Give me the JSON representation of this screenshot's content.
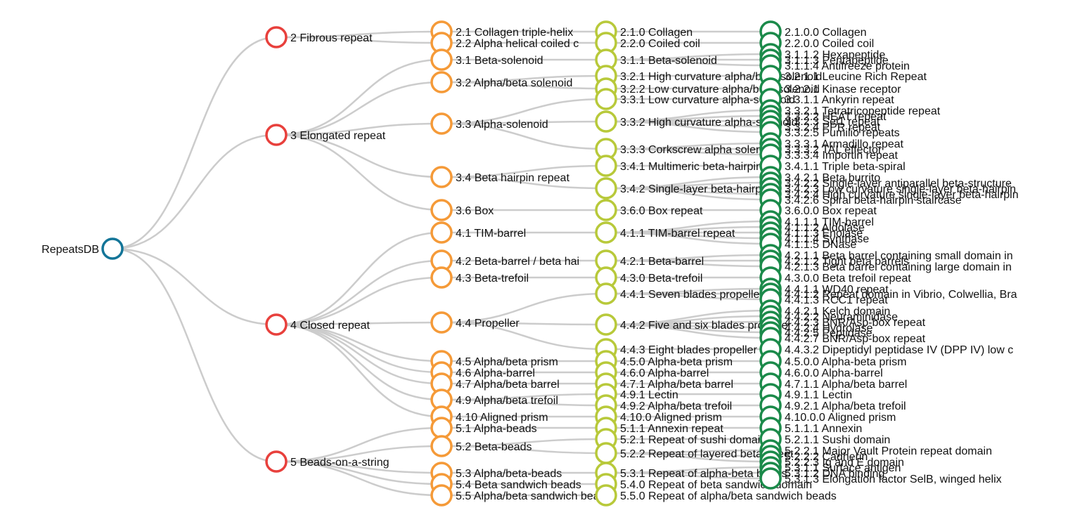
{
  "colors": {
    "edge": "#cccccc",
    "level0": "#137598",
    "level1": "#e8403c",
    "level2": "#f59a38",
    "level3": "#b8c93a",
    "level4": "#1b8a4a"
  },
  "root": {
    "id": "root",
    "label": "RepeatsDB"
  },
  "level1": [
    {
      "id": "c2",
      "label": "2 Fibrous repeat"
    },
    {
      "id": "c3",
      "label": "3 Elongated repeat"
    },
    {
      "id": "c4",
      "label": "4 Closed repeat"
    },
    {
      "id": "c5",
      "label": "5 Beads-on-a-string"
    }
  ],
  "level2": [
    {
      "id": "c2_1",
      "parent": "c2",
      "label": "2.1 Collagen triple-helix"
    },
    {
      "id": "c2_2",
      "parent": "c2",
      "label": "2.2 Alpha helical coiled c"
    },
    {
      "id": "c3_1",
      "parent": "c3",
      "label": "3.1 Beta-solenoid"
    },
    {
      "id": "c3_2",
      "parent": "c3",
      "label": "3.2 Alpha/beta solenoid"
    },
    {
      "id": "c3_3",
      "parent": "c3",
      "label": "3.3 Alpha-solenoid"
    },
    {
      "id": "c3_4",
      "parent": "c3",
      "label": "3.4 Beta hairpin repeat"
    },
    {
      "id": "c3_6",
      "parent": "c3",
      "label": "3.6 Box"
    },
    {
      "id": "c4_1",
      "parent": "c4",
      "label": "4.1 TIM-barrel"
    },
    {
      "id": "c4_2",
      "parent": "c4",
      "label": "4.2 Beta-barrel / beta hai"
    },
    {
      "id": "c4_3",
      "parent": "c4",
      "label": "4.3 Beta-trefoil"
    },
    {
      "id": "c4_4",
      "parent": "c4",
      "label": "4.4 Propeller"
    },
    {
      "id": "c4_5",
      "parent": "c4",
      "label": "4.5 Alpha/beta prism"
    },
    {
      "id": "c4_6",
      "parent": "c4",
      "label": "4.6 Alpha-barrel"
    },
    {
      "id": "c4_7",
      "parent": "c4",
      "label": "4.7 Alpha/beta barrel"
    },
    {
      "id": "c4_9",
      "parent": "c4",
      "label": "4.9 Alpha/beta trefoil"
    },
    {
      "id": "c4_10",
      "parent": "c4",
      "label": "4.10 Aligned prism"
    },
    {
      "id": "c5_1",
      "parent": "c5",
      "label": "5.1 Alpha-beads"
    },
    {
      "id": "c5_2",
      "parent": "c5",
      "label": "5.2 Beta-beads"
    },
    {
      "id": "c5_3",
      "parent": "c5",
      "label": "5.3 Alpha/beta-beads"
    },
    {
      "id": "c5_4",
      "parent": "c5",
      "label": "5.4 Beta sandwich beads"
    },
    {
      "id": "c5_5",
      "parent": "c5",
      "label": "5.5 Alpha/beta sandwich beads"
    }
  ],
  "level3": [
    {
      "id": "c2_1_0",
      "parent": "c2_1",
      "label": "2.1.0 Collagen"
    },
    {
      "id": "c2_2_0",
      "parent": "c2_2",
      "label": "2.2.0 Coiled coil"
    },
    {
      "id": "c3_1_1",
      "parent": "c3_1",
      "label": "3.1.1 Beta-solenoid"
    },
    {
      "id": "c3_2_1",
      "parent": "c3_2",
      "label": "3.2.1 High curvature alpha/beta solenoid"
    },
    {
      "id": "c3_2_2",
      "parent": "c3_2",
      "label": "3.2.2 Low curvature alpha/beta solenoid"
    },
    {
      "id": "c3_3_1",
      "parent": "c3_3",
      "label": "3.3.1 Low curvature alpha-solenoid"
    },
    {
      "id": "c3_3_2",
      "parent": "c3_3",
      "label": "3.3.2 High curvature alpha-solenoid"
    },
    {
      "id": "c3_3_3",
      "parent": "c3_3",
      "label": "3.3.3 Corkscrew alpha solenoid"
    },
    {
      "id": "c3_4_1",
      "parent": "c3_4",
      "label": "3.4.1 Multimeric beta-hairpin"
    },
    {
      "id": "c3_4_2",
      "parent": "c3_4",
      "label": "3.4.2 Single-layer beta-hairpin"
    },
    {
      "id": "c3_6_0",
      "parent": "c3_6",
      "label": "3.6.0 Box repeat"
    },
    {
      "id": "c4_1_1",
      "parent": "c4_1",
      "label": "4.1.1 TIM-barrel repeat"
    },
    {
      "id": "c4_2_1",
      "parent": "c4_2",
      "label": "4.2.1 Beta-barrel"
    },
    {
      "id": "c4_3_0",
      "parent": "c4_3",
      "label": "4.3.0 Beta-trefoil"
    },
    {
      "id": "c4_4_1",
      "parent": "c4_4",
      "label": "4.4.1 Seven blades propeller"
    },
    {
      "id": "c4_4_2",
      "parent": "c4_4",
      "label": "4.4.2 Five and six blades propeller"
    },
    {
      "id": "c4_4_3",
      "parent": "c4_4",
      "label": "4.4.3 Eight blades propeller"
    },
    {
      "id": "c4_5_0",
      "parent": "c4_5",
      "label": "4.5.0 Alpha-beta prism"
    },
    {
      "id": "c4_6_0",
      "parent": "c4_6",
      "label": "4.6.0 Alpha-barrel"
    },
    {
      "id": "c4_7_1",
      "parent": "c4_7",
      "label": "4.7.1 Alpha/beta barrel"
    },
    {
      "id": "c4_9_1",
      "parent": "c4_9",
      "label": "4.9.1 Lectin"
    },
    {
      "id": "c4_9_2",
      "parent": "c4_9",
      "label": "4.9.2 Alpha/beta trefoil"
    },
    {
      "id": "c4_10_0",
      "parent": "c4_10",
      "label": "4.10.0 Aligned prism"
    },
    {
      "id": "c5_1_1",
      "parent": "c5_1",
      "label": "5.1.1 Annexin repeat"
    },
    {
      "id": "c5_2_1",
      "parent": "c5_2",
      "label": "5.2.1 Repeat of sushi domain"
    },
    {
      "id": "c5_2_2",
      "parent": "c5_2",
      "label": "5.2.2 Repeat of layered beta-sheet"
    },
    {
      "id": "c5_3_1",
      "parent": "c5_3",
      "label": "5.3.1 Repeat of alpha-beta beads"
    },
    {
      "id": "c5_4_0",
      "parent": "c5_4",
      "label": "5.4.0 Repeat of beta sandwich domain"
    },
    {
      "id": "c5_5_0",
      "parent": "c5_5",
      "label": "5.5.0 Repeat of alpha/beta sandwich beads"
    }
  ],
  "level4": [
    {
      "id": "c2_1_0_0",
      "parent": "c2_1_0",
      "label": "2.1.0.0 Collagen"
    },
    {
      "id": "c2_2_0_0",
      "parent": "c2_2_0",
      "label": "2.2.0.0 Coiled coil"
    },
    {
      "id": "c3_1_1_2",
      "parent": "c3_1_1",
      "label": "3.1.1.2 Hexapeptide"
    },
    {
      "id": "c3_1_1_3",
      "parent": "c3_1_1",
      "label": "3.1.1.3 Pentapeptide"
    },
    {
      "id": "c3_1_1_4",
      "parent": "c3_1_1",
      "label": "3.1.1.4 Antifreeze protein"
    },
    {
      "id": "c3_2_1_1",
      "parent": "c3_2_1",
      "label": "3.2.1.1 Leucine Rich Repeat"
    },
    {
      "id": "c3_2_2_1",
      "parent": "c3_2_2",
      "label": "3.2.2.1 Kinase receptor"
    },
    {
      "id": "c3_3_1_1",
      "parent": "c3_3_1",
      "label": "3.3.1.1 Ankyrin repeat"
    },
    {
      "id": "c3_3_2_1",
      "parent": "c3_3_2",
      "label": "3.3.2.1 Tetratricopeptide repeat"
    },
    {
      "id": "c3_3_2_2",
      "parent": "c3_3_2",
      "label": "3.3.2.2 HEAT repeat"
    },
    {
      "id": "c3_3_2_3",
      "parent": "c3_3_2",
      "label": "3.3.2.3 Sel1 repeat"
    },
    {
      "id": "c3_3_2_4",
      "parent": "c3_3_2",
      "label": "3.3.2.4 PPR repeat"
    },
    {
      "id": "c3_3_2_5",
      "parent": "c3_3_2",
      "label": "3.3.2.5 Pumilio repeats"
    },
    {
      "id": "c3_3_3_1",
      "parent": "c3_3_3",
      "label": "3.3.3.1 Armadillo repeat"
    },
    {
      "id": "c3_3_3_2",
      "parent": "c3_3_3",
      "label": "3.3.3.2 TAL effector"
    },
    {
      "id": "c3_3_3_4",
      "parent": "c3_3_3",
      "label": "3.3.3.4 Importin repeat"
    },
    {
      "id": "c3_4_1_1",
      "parent": "c3_4_1",
      "label": "3.4.1.1 Triple beta-spiral"
    },
    {
      "id": "c3_4_2_1",
      "parent": "c3_4_2",
      "label": "3.4.2.1 Beta burrito"
    },
    {
      "id": "c3_4_2_2",
      "parent": "c3_4_2",
      "label": "3.4.2.2 Single-layer antiparallel beta-structure"
    },
    {
      "id": "c3_4_2_3",
      "parent": "c3_4_2",
      "label": "3.4.2.3 Low curvature single-layer beta-hairpin"
    },
    {
      "id": "c3_4_2_4",
      "parent": "c3_4_2",
      "label": "3.4.2.4 High curvature single-layer beta-hairpin"
    },
    {
      "id": "c3_4_2_6",
      "parent": "c3_4_2",
      "label": "3.4.2.6 Spiral beta-hairpin staircase"
    },
    {
      "id": "c3_6_0_0",
      "parent": "c3_6_0",
      "label": "3.6.0.0 Box repeat"
    },
    {
      "id": "c4_1_1_1",
      "parent": "c4_1_1",
      "label": "4.1.1.1 TIM-barrel"
    },
    {
      "id": "c4_1_1_2",
      "parent": "c4_1_1",
      "label": "4.1.1.2 Aldolase"
    },
    {
      "id": "c4_1_1_3",
      "parent": "c4_1_1",
      "label": "4.1.1.3 Enolase"
    },
    {
      "id": "c4_1_1_4",
      "parent": "c4_1_1",
      "label": "4.1.1.4 Synthase"
    },
    {
      "id": "c4_1_1_5",
      "parent": "c4_1_1",
      "label": "4.1.1.5 DNase"
    },
    {
      "id": "c4_2_1_1",
      "parent": "c4_2_1",
      "label": "4.2.1.1 Beta barrel containing small domain in"
    },
    {
      "id": "c4_2_1_2",
      "parent": "c4_2_1",
      "label": "4.2.1.2 Tight beta barrels"
    },
    {
      "id": "c4_2_1_3",
      "parent": "c4_2_1",
      "label": "4.2.1.3 Beta barrel containing large domain in"
    },
    {
      "id": "c4_3_0_0",
      "parent": "c4_3_0",
      "label": "4.3.0.0 Beta trefoil repeat"
    },
    {
      "id": "c4_4_1_1",
      "parent": "c4_4_1",
      "label": "4.4.1.1 WD40 repeat"
    },
    {
      "id": "c4_4_1_2",
      "parent": "c4_4_1",
      "label": "4.4.1.2 Repeat domain in Vibrio, Colwellia, Bra"
    },
    {
      "id": "c4_4_1_3",
      "parent": "c4_4_1",
      "label": "4.4.1.3 RCC1 repeat"
    },
    {
      "id": "c4_4_2_1",
      "parent": "c4_4_2",
      "label": "4.4.2.1 Kelch domain"
    },
    {
      "id": "c4_4_2_2",
      "parent": "c4_4_2",
      "label": "4.4.2.2 Neuraminidase"
    },
    {
      "id": "c4_4_2_3",
      "parent": "c4_4_2",
      "label": "4.4.2.3 BNR/Asp-box repeat"
    },
    {
      "id": "c4_4_2_4",
      "parent": "c4_4_2",
      "label": "4.4.2.4 Hydrolase"
    },
    {
      "id": "c4_4_2_5",
      "parent": "c4_4_2",
      "label": "4.4.2.5 Peptidase"
    },
    {
      "id": "c4_4_2_7",
      "parent": "c4_4_2",
      "label": "4.4.2.7 BNR/Asp-box repeat"
    },
    {
      "id": "c4_4_3_2",
      "parent": "c4_4_3",
      "label": "4.4.3.2 Dipeptidyl peptidase IV (DPP IV) low c"
    },
    {
      "id": "c4_5_0_0",
      "parent": "c4_5_0",
      "label": "4.5.0.0 Alpha-beta prism"
    },
    {
      "id": "c4_6_0_0",
      "parent": "c4_6_0",
      "label": "4.6.0.0 Alpha-barrel"
    },
    {
      "id": "c4_7_1_1",
      "parent": "c4_7_1",
      "label": "4.7.1.1 Alpha/beta barrel"
    },
    {
      "id": "c4_9_1_1",
      "parent": "c4_9_1",
      "label": "4.9.1.1 Lectin"
    },
    {
      "id": "c4_9_2_1",
      "parent": "c4_9_2",
      "label": "4.9.2.1 Alpha/beta trefoil"
    },
    {
      "id": "c4_10_0_0",
      "parent": "c4_10_0",
      "label": "4.10.0.0 Aligned prism"
    },
    {
      "id": "c5_1_1_1",
      "parent": "c5_1_1",
      "label": "5.1.1.1 Annexin"
    },
    {
      "id": "c5_2_1_1",
      "parent": "c5_2_1",
      "label": "5.2.1.1 Sushi domain"
    },
    {
      "id": "c5_2_2_1",
      "parent": "c5_2_2",
      "label": "5.2.2.1 Major Vault Protein repeat domain"
    },
    {
      "id": "c5_2_2_2",
      "parent": "c5_2_2",
      "label": "5.2.2.2 Cadherin"
    },
    {
      "id": "c5_2_2_3",
      "parent": "c5_2_2",
      "label": "5.2.2.3 Ig and E domain"
    },
    {
      "id": "c5_3_1_1",
      "parent": "c5_3_1",
      "label": "5.3.1.1 Surface antigen"
    },
    {
      "id": "c5_3_1_2",
      "parent": "c5_3_1",
      "label": "5.3.1.2 DNA binding"
    },
    {
      "id": "c5_3_1_3",
      "parent": "c5_3_1",
      "label": "5.3.1.3 Elongation factor SelB, winged helix"
    }
  ]
}
